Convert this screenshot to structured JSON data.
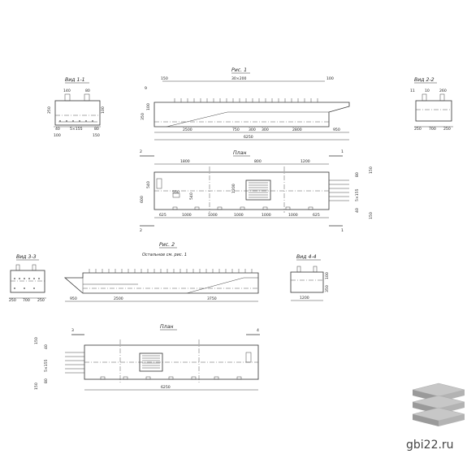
{
  "views": {
    "v11": {
      "title": "Вид 1-1",
      "dims": [
        "140",
        "80",
        "250",
        "100",
        "40",
        "5×155",
        "100",
        "150",
        "80"
      ]
    },
    "fig1": {
      "title": "Рис. 1",
      "dims": [
        "150",
        "30×200",
        "100",
        "9",
        "350",
        "100",
        "2500",
        "750",
        "300",
        "300",
        "2800",
        "950",
        "6250"
      ]
    },
    "v22": {
      "title": "Вид 2-2",
      "dims": [
        "11",
        "10",
        "260",
        "250",
        "700",
        "250"
      ]
    },
    "plan1": {
      "title": "План",
      "dims": [
        "1800",
        "800",
        "1200",
        "550",
        "540",
        "1200",
        "600",
        "625",
        "1000",
        "1000",
        "1000",
        "1000",
        "1000",
        "625",
        "80",
        "5×155",
        "40",
        "150",
        "150"
      ],
      "marks": [
        "2",
        "2",
        "1",
        "1"
      ]
    },
    "v33": {
      "title": "Вид 3-3",
      "dims": [
        "250",
        "700",
        "250"
      ]
    },
    "fig2": {
      "title": "Рис. 2",
      "note": "Остальное см. рис. 1",
      "dims": [
        "950",
        "2500",
        "3750"
      ]
    },
    "v44": {
      "title": "Вид 4-4",
      "dims": [
        "100",
        "350",
        "1200"
      ]
    },
    "plan2": {
      "title": "План",
      "dims": [
        "150",
        "40",
        "5×155",
        "80",
        "150",
        "6250"
      ],
      "marks": [
        "3",
        "4"
      ]
    }
  },
  "watermark": {
    "site": "gbi22.ru",
    "logo": "stacked-slabs-logo"
  }
}
